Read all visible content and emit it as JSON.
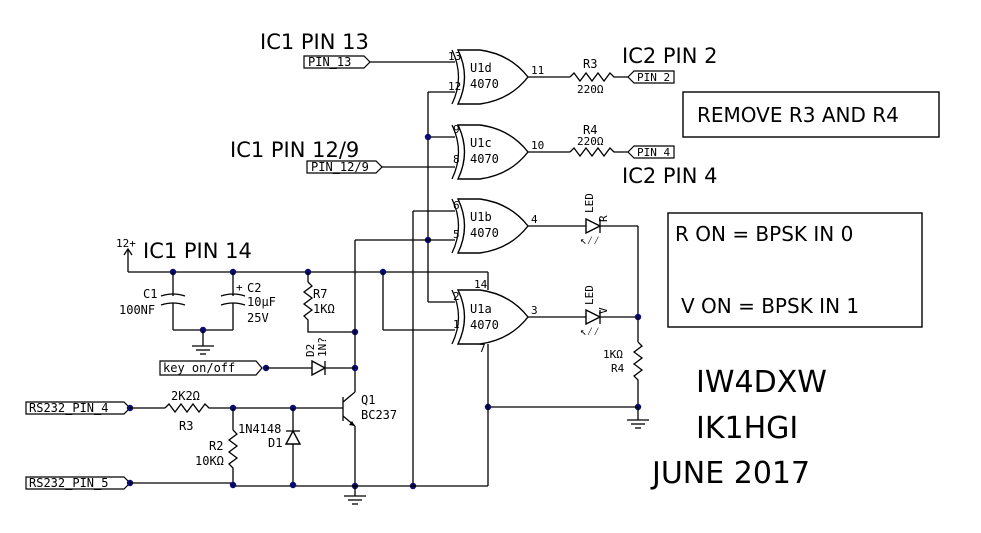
{
  "headings": {
    "ic1_pin13": "IC1 PIN 13",
    "ic1_pin12_9": "IC1 PIN 12/9",
    "ic1_pin14": "IC1 PIN 14",
    "ic2_pin2": "IC2 PIN 2",
    "ic2_pin4": "IC2 PIN 4"
  },
  "ports": {
    "pin13": "PIN_13",
    "pin12_9": "PIN_12/9",
    "pin2": "PIN_2",
    "pin4": "PIN_4",
    "key": "key_on/off",
    "rs232_4": "RS232_PIN_4",
    "rs232_5": "RS232_PIN_5"
  },
  "gates": [
    {
      "ref": "U1d",
      "part": "4070",
      "in_a": "13",
      "in_b": "12",
      "out": "11"
    },
    {
      "ref": "U1c",
      "part": "4070",
      "in_a": "9",
      "in_b": "8",
      "out": "10"
    },
    {
      "ref": "U1b",
      "part": "4070",
      "in_a": "6",
      "in_b": "5",
      "out": "4"
    },
    {
      "ref": "U1a",
      "part": "4070",
      "in_a": "2",
      "in_b": "1",
      "out": "3",
      "vdd": "14",
      "vss": "7"
    }
  ],
  "components": {
    "r3_top": {
      "ref": "R3",
      "value": "220Ω"
    },
    "r4_top": {
      "ref": "R4",
      "value": "220Ω"
    },
    "led_r": {
      "ref": "LED",
      "color": "R"
    },
    "led_v": {
      "ref": "LED",
      "color": "V"
    },
    "r4_bottom": {
      "ref": "R4",
      "value": "1KΩ"
    },
    "c1": {
      "ref": "C1",
      "value": "100NF"
    },
    "c2": {
      "ref": "C2",
      "value": "10µF",
      "voltage": "25V",
      "polarity": "+"
    },
    "r7": {
      "ref": "R7",
      "value": "1KΩ"
    },
    "d2": {
      "ref": "D2",
      "value": "1N?"
    },
    "q1": {
      "ref": "Q1",
      "value": "BC237"
    },
    "r3_bottom": {
      "ref": "R3",
      "value": "2K2Ω"
    },
    "r2": {
      "ref": "R2",
      "value": "10KΩ"
    },
    "d1": {
      "ref": "D1",
      "value": "1N4148"
    },
    "supply": {
      "label": "12+"
    }
  },
  "notes": {
    "remove": "REMOVE R3 AND R4",
    "r_on": "R ON = BPSK IN 0",
    "v_on": "V ON = BPSK IN 1"
  },
  "credits": {
    "line1": "IW4DXW",
    "line2": "IK1HGI",
    "line3": "JUNE 2017"
  }
}
